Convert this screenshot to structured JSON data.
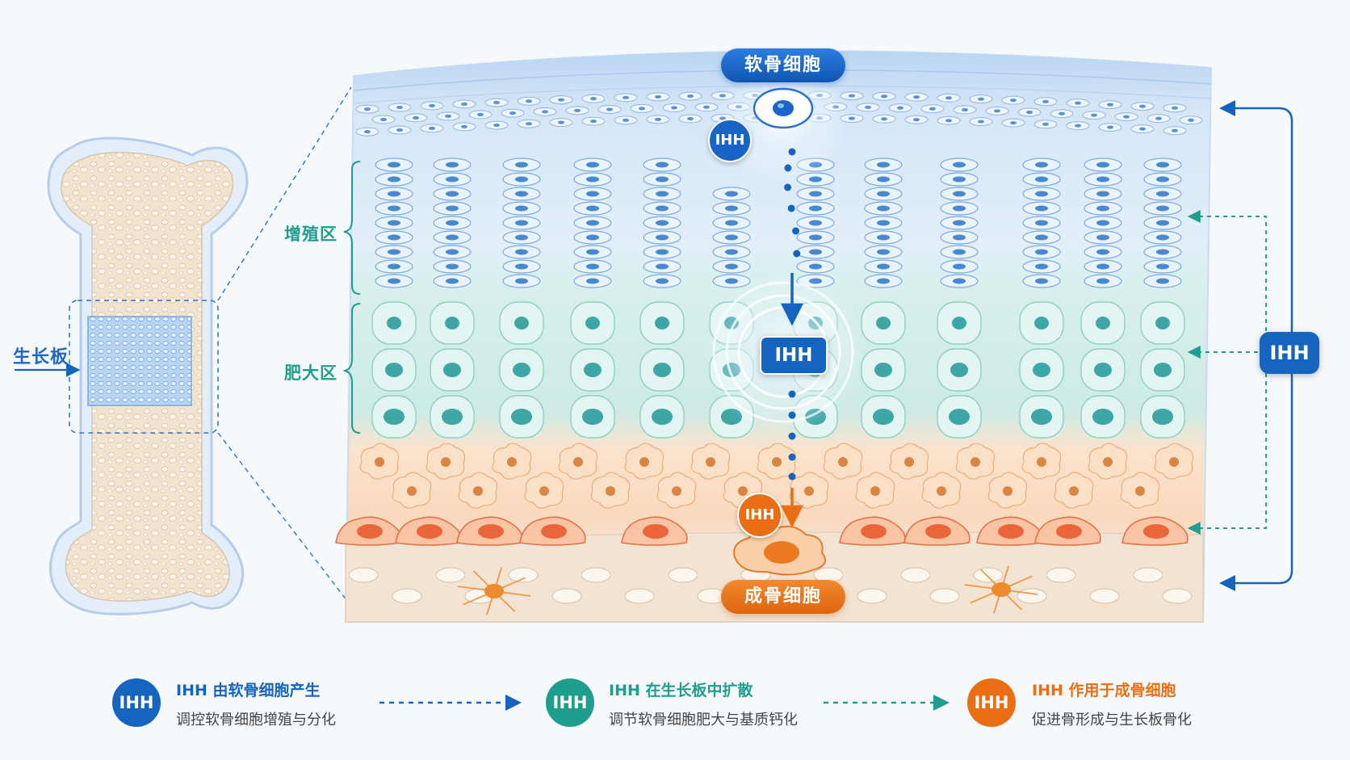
{
  "colors": {
    "blue": "#1565c0",
    "teal": "#1f9e8e",
    "orange": "#ea6f14"
  },
  "labels": {
    "growth_plate": "生长板",
    "proliferative_zone": "增殖区",
    "hypertrophic_zone": "肥大区",
    "chondrocyte": "软骨细胞",
    "osteoblast": "成骨细胞"
  },
  "ihh": {
    "top": "IHH",
    "middle": "IHH",
    "osteo": "IHH",
    "right": "IHH"
  },
  "legend": {
    "items": [
      {
        "badge": "IHH",
        "title": "IHH 由软骨细胞产生",
        "desc": "调控软骨细胞增殖与分化"
      },
      {
        "badge": "IHH",
        "title": "IHH 在生长板中扩散",
        "desc": "调节软骨细胞肥大与基质钙化"
      },
      {
        "badge": "IHH",
        "title": "IHH 作用于成骨细胞",
        "desc": "促进骨形成与生长板骨化"
      }
    ]
  }
}
